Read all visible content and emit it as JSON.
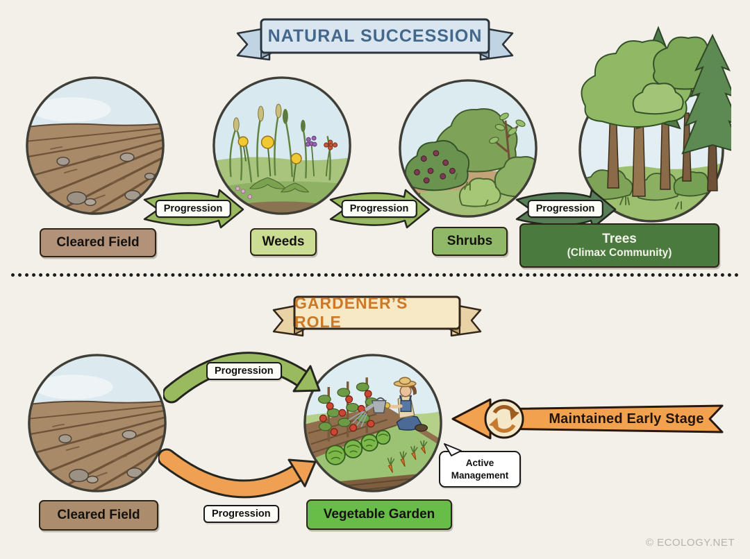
{
  "copyright": "© ECOLOGY.NET",
  "natural_succession": {
    "banner": "NATURAL SUCCESSION",
    "stages": [
      {
        "label": "Cleared Field"
      },
      {
        "label": "Weeds"
      },
      {
        "label": "Shrubs"
      },
      {
        "label": "Trees",
        "sublabel": "(Climax Community)"
      }
    ],
    "arrows": [
      {
        "label": "Progression"
      },
      {
        "label": "Progression"
      },
      {
        "label": "Progression"
      }
    ]
  },
  "gardeners_role": {
    "banner": "GARDENER’S ROLE",
    "stages": [
      {
        "label": "Cleared Field"
      },
      {
        "label": "Vegetable Garden"
      }
    ],
    "arrows": {
      "top": {
        "label": "Progression"
      },
      "bottom": {
        "label": "Progression"
      },
      "maintained": {
        "label": "Maintained Early Stage",
        "icon": "cycle-icon"
      }
    },
    "callout": {
      "line1": "Active",
      "line2": "Management"
    }
  },
  "colors": {
    "background": "#f3f0e9",
    "succession_banner": "#d9e6ef",
    "succession_text": "#44688c",
    "gardener_banner": "#f8e9c6",
    "gardener_text": "#cb7827",
    "progression_green": "#9aba60",
    "progression_dark_green": "#567f58",
    "maintained_orange": "#f2a24f",
    "cleared_field_tan": "#b2937a",
    "weeds_green": "#cadd92",
    "shrubs_green": "#8fb968",
    "trees_green": "#4a7a3e",
    "vegetable_green": "#67bd48"
  }
}
